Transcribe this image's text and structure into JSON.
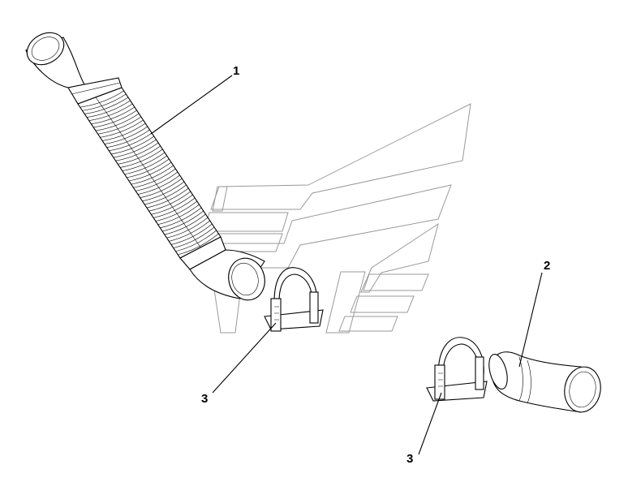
{
  "diagram": {
    "callouts": {
      "hose": "1",
      "elbow": "2",
      "clamp_a": "3",
      "clamp_b": "3"
    }
  }
}
